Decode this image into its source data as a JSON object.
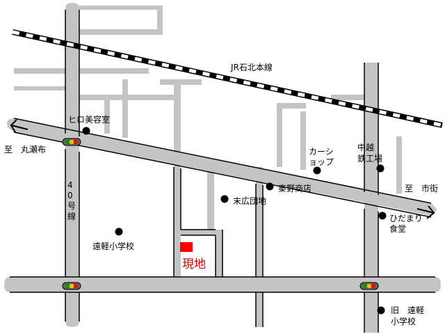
{
  "colors": {
    "road": "#c4c4c4",
    "site": "#ff0000",
    "site_text": "#cc0000",
    "signal_green": "#1a8c1a",
    "signal_yellow": "#e8c400",
    "signal_red": "#e01010"
  },
  "map": {
    "railway": "JR石北本線",
    "site": "現地",
    "directions": {
      "west": "至　丸瀬布",
      "east": "至　市街"
    },
    "route_40": [
      "4",
      "0",
      "号",
      "線"
    ],
    "landmarks": {
      "hiro_salon": "ヒロ美容室",
      "car_shop_line1": "カーシ",
      "car_shop_line2": "ョップ",
      "nakakoshi_line1": "中越",
      "nakakoshi_line2": "鉄工場",
      "hatano_store": "秦野商店",
      "suehiro_danchi": "末広団地",
      "engaru_school": "遠軽小学校",
      "hidamari_line1": "ひだまり",
      "hidamari_line2": "食堂",
      "old_school_line1": "旧　遠軽",
      "old_school_line2": "小学校"
    }
  }
}
